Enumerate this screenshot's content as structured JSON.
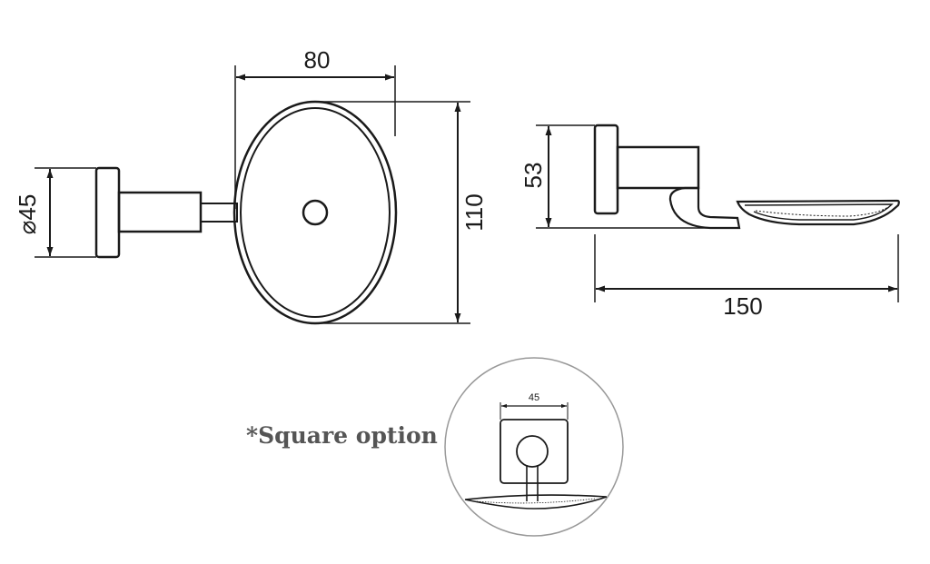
{
  "dimensions": {
    "width_top": "80",
    "height_right": "110",
    "diameter_left": "⌀45",
    "side_height": "53",
    "side_length": "150",
    "square_size": "45"
  },
  "note": {
    "square_option": "*Square option"
  },
  "colors": {
    "line": "#1a1a1a",
    "note_text": "#555555",
    "background": "#ffffff"
  }
}
